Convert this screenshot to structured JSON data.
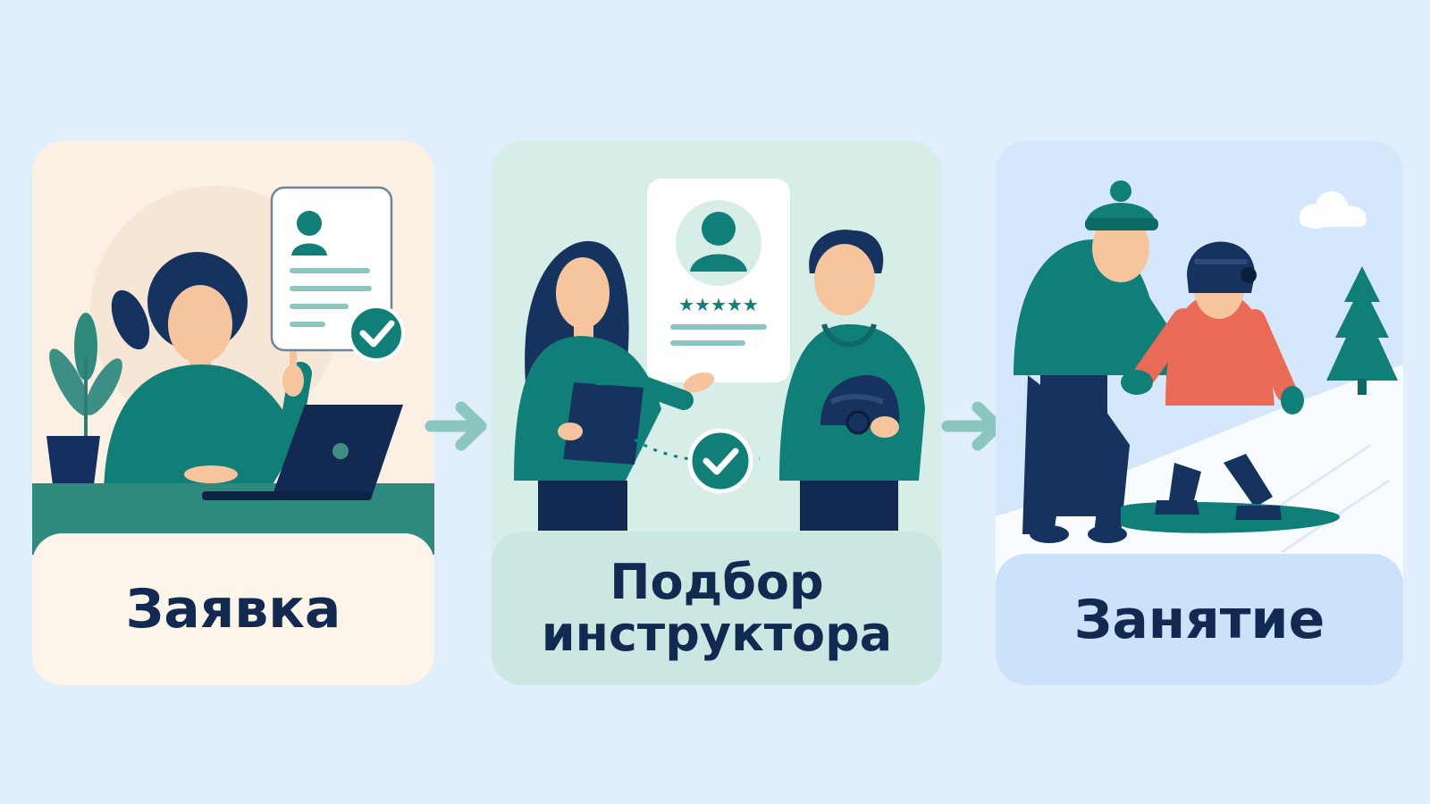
{
  "steps": [
    {
      "label": "Заявка"
    },
    {
      "label": "Подбор\nинструктора"
    },
    {
      "label": "Занятие"
    }
  ],
  "icons": {
    "step1": [
      "profile-card-icon",
      "checkmark-badge-icon",
      "laptop-icon",
      "potted-plant-icon"
    ],
    "step2": [
      "instructor-profile-icon",
      "rating-stars-icon",
      "clipboard-icon",
      "checkmark-badge-icon",
      "helmet-icon"
    ],
    "step3": [
      "cloud-icon",
      "pine-tree-icon",
      "snowboard-icon"
    ],
    "connectors": [
      "arrow-right-icon",
      "arrow-right-icon"
    ]
  },
  "colors": {
    "background": "#e1effc",
    "card1": "#fbf0e3",
    "card2": "#d6ede8",
    "card3": "#d5e8fb",
    "teal": "#0f7f78",
    "navy": "#122a52",
    "skin": "#f7c59d",
    "jacket_red": "#ea6a55",
    "arrow": "#8cc7bf"
  }
}
